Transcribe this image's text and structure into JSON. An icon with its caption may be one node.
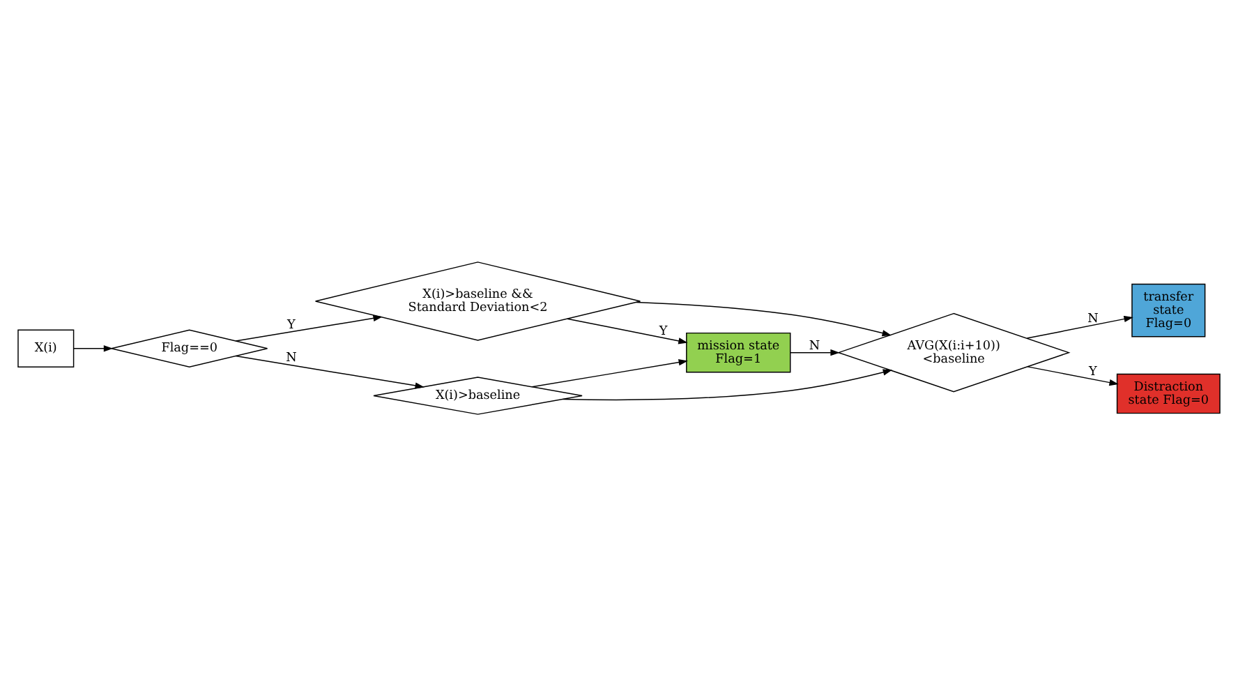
{
  "diagram": {
    "nodes": [
      {
        "text": [
          "X(i)"
        ]
      },
      {
        "text": [
          "Flag==0"
        ]
      },
      {
        "text": [
          "X(i)>baseline && Standard Deviation<2"
        ]
      },
      {
        "text": [
          "X(i)>baseline"
        ]
      },
      {
        "text": [
          "mission state Flag=1"
        ]
      },
      {
        "text": [
          "AVG(X(i:i+10)) <baseline"
        ]
      },
      {
        "text": [
          "transfer state Flag=0"
        ]
      },
      {
        "text": [
          "Distraction state Flag=0"
        ]
      }
    ],
    "edges": [
      {
        "from": 0,
        "to": 1,
        "arrow": "to"
      },
      {
        "from": 1,
        "to": 2,
        "arrow": "to",
        "label": "Y"
      },
      {
        "from": 1,
        "to": 3,
        "arrow": "to",
        "label": "N"
      },
      {
        "from": 2,
        "to": 4,
        "arrow": "to",
        "label": "Y"
      },
      {
        "from": 3,
        "to": 4,
        "arrow": "to"
      },
      {
        "from": 2,
        "to": 5,
        "arrow": "to"
      },
      {
        "from": 3,
        "to": 5,
        "arrow": "to"
      },
      {
        "from": 4,
        "to": 5,
        "arrow": "to",
        "label": "N"
      },
      {
        "from": 5,
        "to": 6,
        "arrow": "to",
        "label": "N"
      },
      {
        "from": 5,
        "to": 7,
        "arrow": "to",
        "label": "Y"
      }
    ]
  }
}
